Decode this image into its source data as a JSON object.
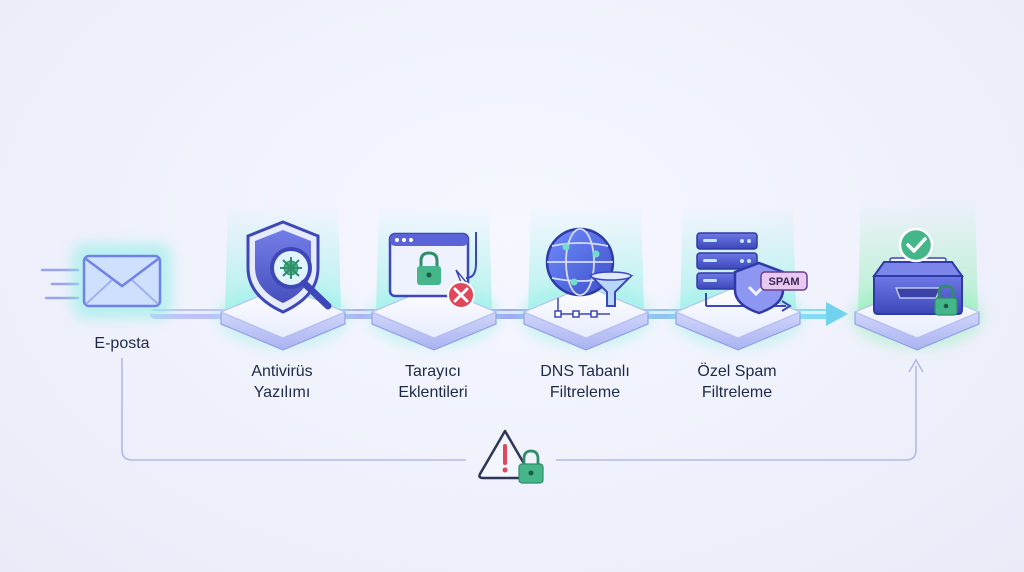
{
  "email": {
    "label": "E-posta"
  },
  "steps": [
    {
      "lines": [
        "Antivirüs",
        "Yazılımı"
      ],
      "icon": "shield-virus-magnifier-icon"
    },
    {
      "lines": [
        "Tarayıcı",
        "Eklentileri"
      ],
      "icon": "browser-lock-blocked-icon"
    },
    {
      "lines": [
        "DNS Tabanlı",
        "Filtreleme"
      ],
      "icon": "globe-funnel-icon"
    },
    {
      "lines": [
        "Özel Spam",
        "Filtreleme"
      ],
      "icon": "server-shield-spam-icon"
    }
  ],
  "destination": {
    "icon": "secure-inbox-icon"
  },
  "spam_tag": "SPAM",
  "bypass": {
    "icon": "warning-lock-icon"
  },
  "colors": {
    "accent": "#5b63d9",
    "accent_light": "#a8aef5",
    "glow_cyan": "#8ef0e6",
    "glow_green": "#9ff2c2",
    "lock_green": "#45b58a",
    "danger": "#e0475a",
    "text": "#1e2a4a"
  }
}
